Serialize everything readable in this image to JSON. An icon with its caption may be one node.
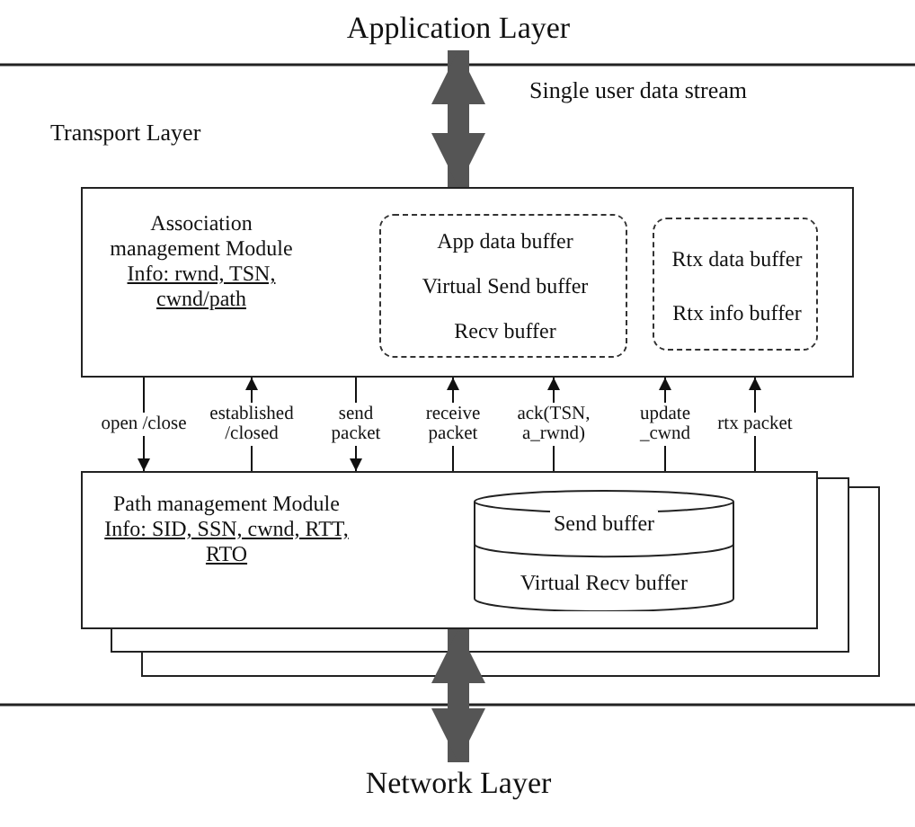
{
  "diagram": {
    "nodes": [
      {
        "text": [
          "Application Layer"
        ]
      },
      {
        "text": [
          "Association management Module",
          "Info: rwnd, TSN, cwnd/path"
        ]
      },
      {
        "text": [],
        "shape": "box",
        "in": 1
      },
      {
        "text": [
          "App data buffer"
        ],
        "in": 2
      },
      {
        "text": [
          "Virtual Send buffer"
        ],
        "in": 2
      },
      {
        "text": [
          "Recv buffer"
        ],
        "in": 2
      },
      {
        "text": [],
        "shape": "box",
        "in": 1
      },
      {
        "text": [
          "Rtx data buffer"
        ],
        "in": 6
      },
      {
        "text": [
          "Rtx info buffer"
        ],
        "in": 6
      },
      {
        "text": [
          "Path management Module",
          "Info: SID, SSN, cwnd, RTT, RTO"
        ]
      },
      {
        "text": [
          "Send buffer",
          "Virtual Recv buffer"
        ],
        "in": 9
      },
      {
        "text": [
          "Network Layer"
        ]
      }
    ],
    "edges": [
      {
        "from": 0,
        "to": 1,
        "arrow": "both",
        "label": "Single user data stream",
        "style": "thick"
      },
      {
        "from": 1,
        "to": 9,
        "arrow": "to",
        "label": "open /close"
      },
      {
        "from": 9,
        "to": 1,
        "arrow": "to",
        "label": "established /closed"
      },
      {
        "from": 1,
        "to": 9,
        "arrow": "to",
        "label": "send packet"
      },
      {
        "from": 9,
        "to": 1,
        "arrow": "to",
        "label": "receive packet"
      },
      {
        "from": 9,
        "to": 1,
        "arrow": "to",
        "label": "ack(TSN, a_rwnd)"
      },
      {
        "from": 9,
        "to": 1,
        "arrow": "to",
        "label": "update _cwnd"
      },
      {
        "from": 9,
        "to": 1,
        "arrow": "to",
        "label": "rtx packet"
      },
      {
        "from": 9,
        "to": 11,
        "arrow": "both",
        "style": "thick"
      }
    ],
    "labels": [
      "Transport Layer"
    ]
  }
}
